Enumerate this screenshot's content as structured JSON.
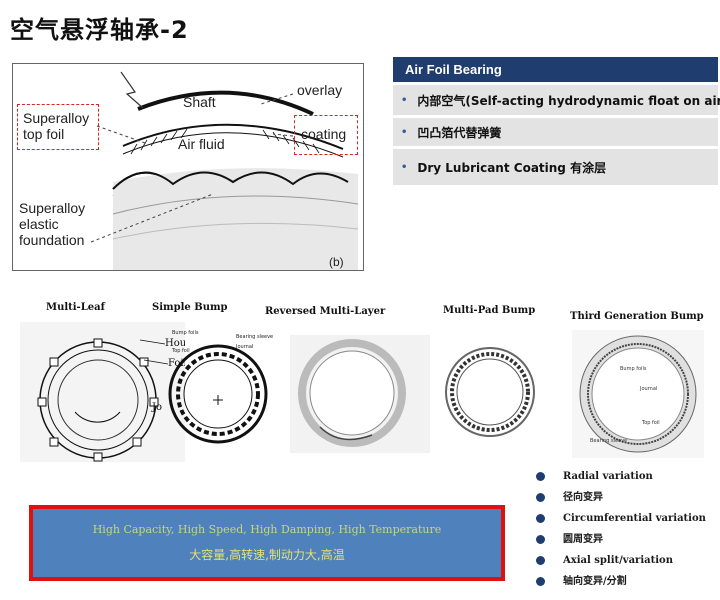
{
  "title": "空气悬浮轴承-2",
  "diagram": {
    "labels": {
      "shaft": "Shaft",
      "overlay": "overlay",
      "top_foil": "Superalloy\ntop foil",
      "coating": "coating",
      "air_fluid": "Air fluid",
      "foundation": "Superalloy\nelastic\nfoundation",
      "panel_tag": "(b)"
    }
  },
  "panel": {
    "header": "Air Foil Bearing",
    "rows": [
      "内部空气(Self-acting hydrodynamic float on air)",
      "凹凸箔代替弹簧",
      "Dry Lubricant Coating 有涂层"
    ]
  },
  "figures": {
    "multi_leaf": "Multi-Leaf",
    "simple_bump": "Simple Bump",
    "reversed_multi_layer": "Reversed Multi-Layer",
    "multi_pad_bump": "Multi-Pad Bump",
    "third_gen_bump": "Third Generation Bump",
    "annotations": {
      "hous": "Hous",
      "foil": "Foil",
      "jo": "Jo",
      "bump_foils": "Bump foils",
      "journal": "Journal",
      "top_foil": "Top foil",
      "bearing_sleeve": "Bearing sleeve"
    }
  },
  "summary": {
    "english": "High Capacity, High Speed, High Damping, High Temperature",
    "chinese": "大容量,高转速,制动力大,高温"
  },
  "variations": [
    "Radial variation",
    "径向变异",
    "Circumferential variation",
    "圆周变异",
    "Axial split/variation",
    "轴向变异/分割"
  ],
  "colors": {
    "panel_header": "#1f3d6e",
    "summary_bg": "#4f81bd",
    "summary_border": "#e01010",
    "summary_text": "#c8d86c"
  }
}
